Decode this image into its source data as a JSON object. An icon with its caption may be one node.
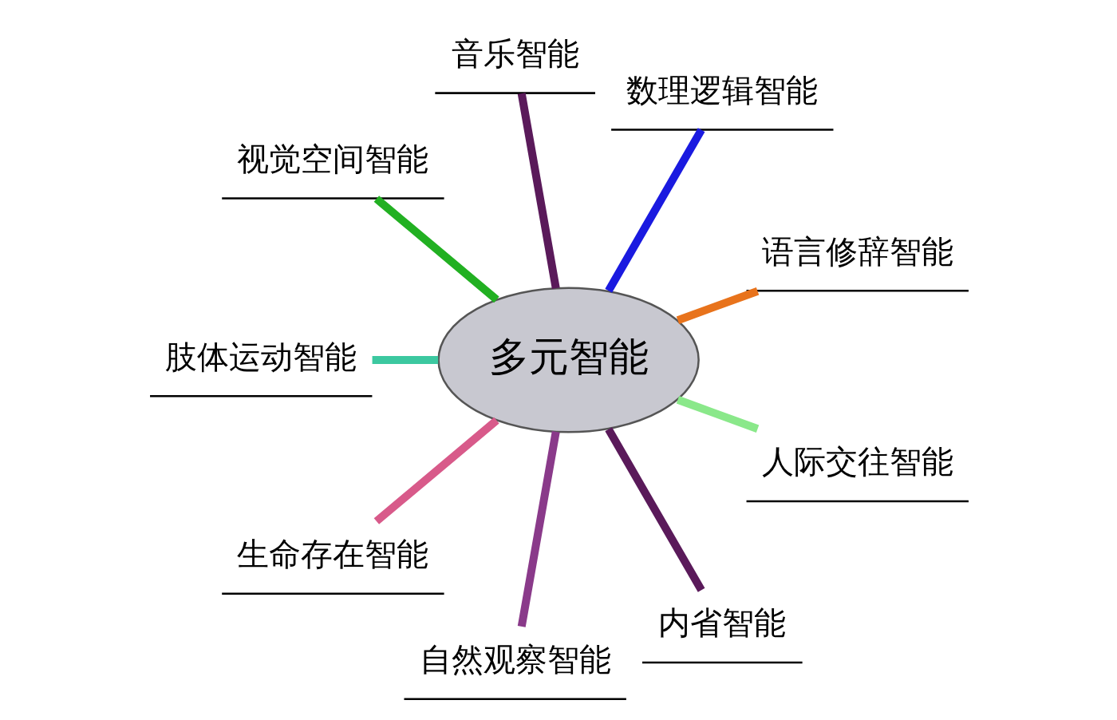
{
  "diagram": {
    "nodes": [
      {
        "text": [
          "多元智能"
        ]
      },
      {
        "text": [
          "语言修辞智能"
        ]
      },
      {
        "text": [
          "数理逻辑智能"
        ]
      },
      {
        "text": [
          "音乐智能"
        ]
      },
      {
        "text": [
          "视觉空间智能"
        ]
      },
      {
        "text": [
          "肢体运动智能"
        ]
      },
      {
        "text": [
          "生命存在智能"
        ]
      },
      {
        "text": [
          "自然观察智能"
        ]
      },
      {
        "text": [
          "内省智能"
        ]
      },
      {
        "text": [
          "人际交往智能"
        ]
      }
    ],
    "edges": [
      {
        "from": 0,
        "to": 1,
        "arrow": "none",
        "color": "#e8731c"
      },
      {
        "from": 0,
        "to": 2,
        "arrow": "none",
        "color": "#1a1ae0"
      },
      {
        "from": 0,
        "to": 3,
        "arrow": "none",
        "color": "#5a1a5a"
      },
      {
        "from": 0,
        "to": 4,
        "arrow": "none",
        "color": "#22b022"
      },
      {
        "from": 0,
        "to": 5,
        "arrow": "none",
        "color": "#3cc8a0"
      },
      {
        "from": 0,
        "to": 6,
        "arrow": "none",
        "color": "#d85a8a"
      },
      {
        "from": 0,
        "to": 7,
        "arrow": "none",
        "color": "#8a3a8a"
      },
      {
        "from": 0,
        "to": 8,
        "arrow": "none",
        "color": "#5a1a5a"
      },
      {
        "from": 0,
        "to": 9,
        "arrow": "none",
        "color": "#8ae88a"
      }
    ]
  }
}
